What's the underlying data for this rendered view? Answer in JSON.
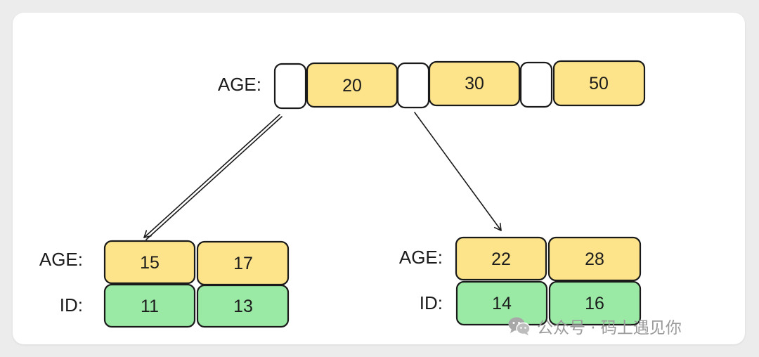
{
  "colors": {
    "key_fill": "#fde48a",
    "id_fill": "#9aeaa6",
    "pointer_fill": "#ffffff",
    "stroke": "#1a1a1a"
  },
  "root": {
    "label": "AGE:",
    "keys": [
      "20",
      "30",
      "50"
    ]
  },
  "left_leaf": {
    "age_label": "AGE:",
    "id_label": "ID:",
    "ages": [
      "15",
      "17"
    ],
    "ids": [
      "11",
      "13"
    ]
  },
  "right_leaf": {
    "age_label": "AGE:",
    "id_label": "ID:",
    "ages": [
      "22",
      "28"
    ],
    "ids": [
      "14",
      "16"
    ]
  },
  "watermark": {
    "icon": "wechat-icon",
    "text": "公众号 · 码上遇见你"
  }
}
